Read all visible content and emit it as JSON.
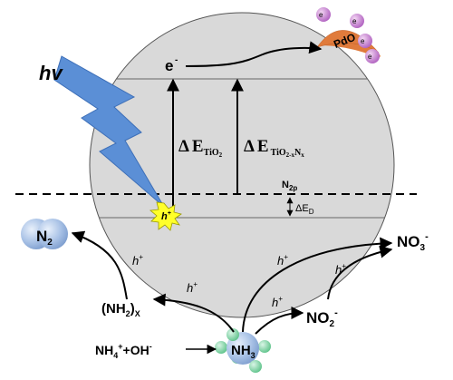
{
  "light": {
    "label": "hv"
  },
  "electron": {
    "label": "e",
    "sup": "-"
  },
  "hole": {
    "label": "h",
    "sup": "+"
  },
  "energy_tio2": {
    "delta": "Δ",
    "E": "E",
    "sub": "TiO",
    "sub2": "2"
  },
  "energy_tion": {
    "delta": "Δ",
    "E": "E",
    "sub": "TiO",
    "sub2": "2-x",
    "sub3": "N",
    "sub4": "x"
  },
  "n2p": {
    "N": "N",
    "sub": "2p"
  },
  "delta_ed": {
    "text": "ΔE",
    "sub": "D"
  },
  "pdo": {
    "label": "PdO",
    "electron_label": "e",
    "electron_sup": "-"
  },
  "n2": {
    "label": "N",
    "sub": "2"
  },
  "nh3": {
    "label": "NH",
    "sub": "3"
  },
  "nh2x": {
    "open": "(NH",
    "sub": "2",
    "close": ")",
    "sub2": "X"
  },
  "no2": {
    "label": "NO",
    "sub": "2",
    "sup": "-"
  },
  "no3": {
    "label": "NO",
    "sub": "3",
    "sup": "-"
  },
  "reactant": {
    "nh4": "NH",
    "nh4_sub": "4",
    "plus1": "+",
    "plus_oh": "+OH",
    "minus": "-"
  },
  "h_plus_labels": {
    "h": "h",
    "sup": "+"
  }
}
